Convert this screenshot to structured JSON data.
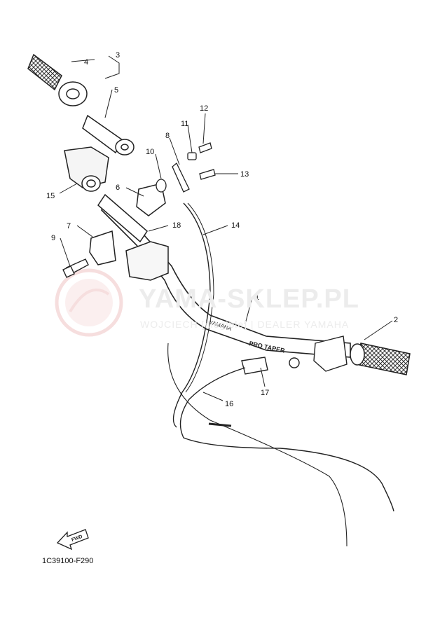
{
  "watermark": {
    "title": "YAMA-SKLEP.PL",
    "subtitle": "WOJCIECH [illegible] | DEALER YAMAHA"
  },
  "callouts": [
    "1",
    "2",
    "3",
    "4",
    "5",
    "6",
    "7",
    "8",
    "9",
    "10",
    "11",
    "12",
    "13",
    "14",
    "15",
    "16",
    "17",
    "18"
  ],
  "part_code": "1C39100-F290",
  "fwd_label": "FWD",
  "bar_text_taper": "PRO TAPER",
  "bar_text_brand": "YAMAHA",
  "colors": {
    "line": "#222222",
    "watermark": "#e8a3a3"
  }
}
